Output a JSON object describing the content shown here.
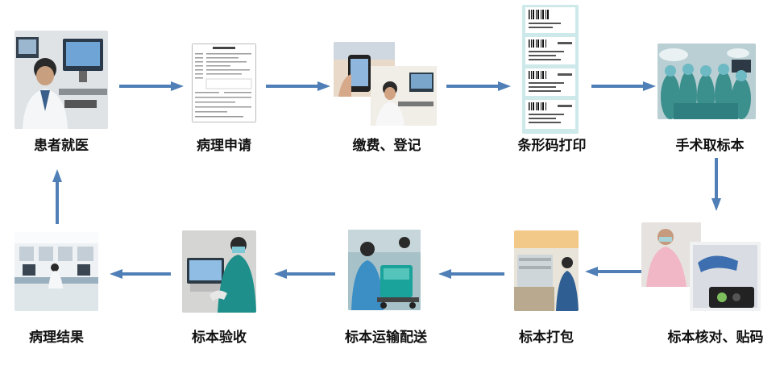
{
  "steps": [
    {
      "id": 1,
      "label": "患者就医",
      "icon": "doctor-at-computer-photo"
    },
    {
      "id": 2,
      "label": "病理申请",
      "icon": "pathology-request-form-image"
    },
    {
      "id": 3,
      "label": "缴费、登记",
      "icon": "payment-registration-photo"
    },
    {
      "id": 4,
      "label": "条形码打印",
      "icon": "barcode-labels-image"
    },
    {
      "id": 5,
      "label": "手术取标本",
      "icon": "surgery-specimen-photo"
    },
    {
      "id": 6,
      "label": "标本核对、贴码",
      "icon": "specimen-verify-label-photo"
    },
    {
      "id": 7,
      "label": "标本打包",
      "icon": "specimen-packing-photo"
    },
    {
      "id": 8,
      "label": "标本运输配送",
      "icon": "specimen-transport-photo"
    },
    {
      "id": 9,
      "label": "标本验收",
      "icon": "specimen-acceptance-photo"
    },
    {
      "id": 10,
      "label": "病理结果",
      "icon": "pathology-lab-photo"
    }
  ],
  "colors": {
    "arrow": "#4f7fb6",
    "text": "#111111"
  }
}
